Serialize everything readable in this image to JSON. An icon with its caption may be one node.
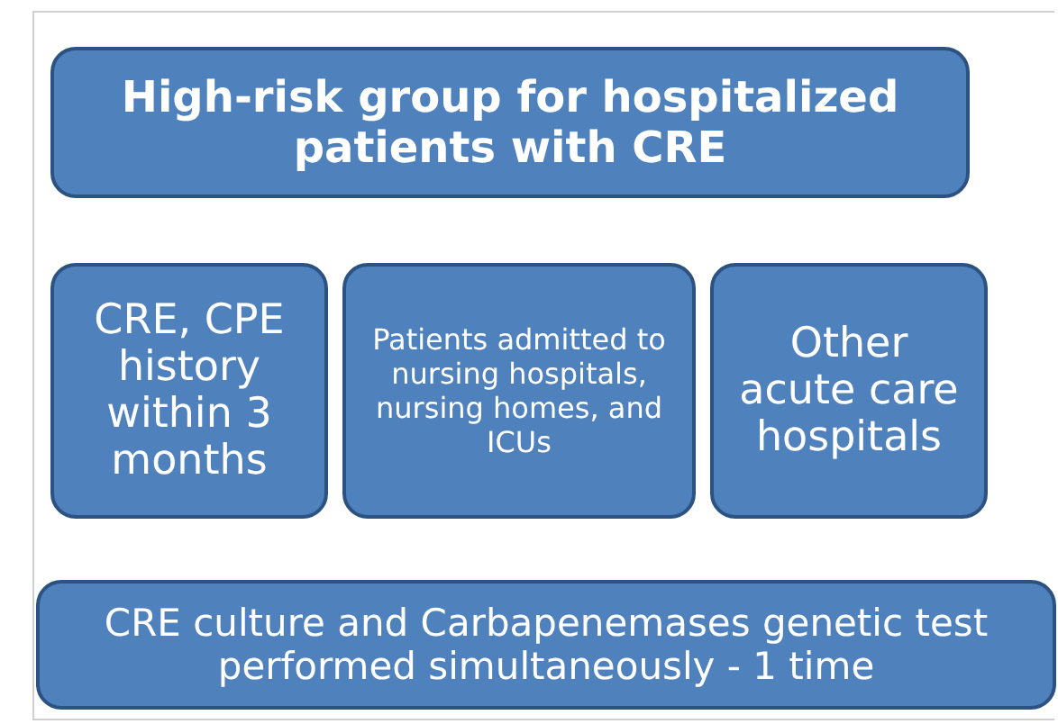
{
  "diagram": {
    "nodes": [
      {
        "text": [
          "High-risk group for hospitalized patients with CRE"
        ]
      },
      {
        "text": [
          "CRE, CPE history within 3 months"
        ]
      },
      {
        "text": [
          "Patients admitted to nursing hospitals, nursing homes, and ICUs"
        ]
      },
      {
        "text": [
          "Other acute care hospitals"
        ]
      },
      {
        "text": [
          "CRE culture and Carbapenemases genetic test performed simultaneously - 1 time"
        ]
      }
    ]
  }
}
